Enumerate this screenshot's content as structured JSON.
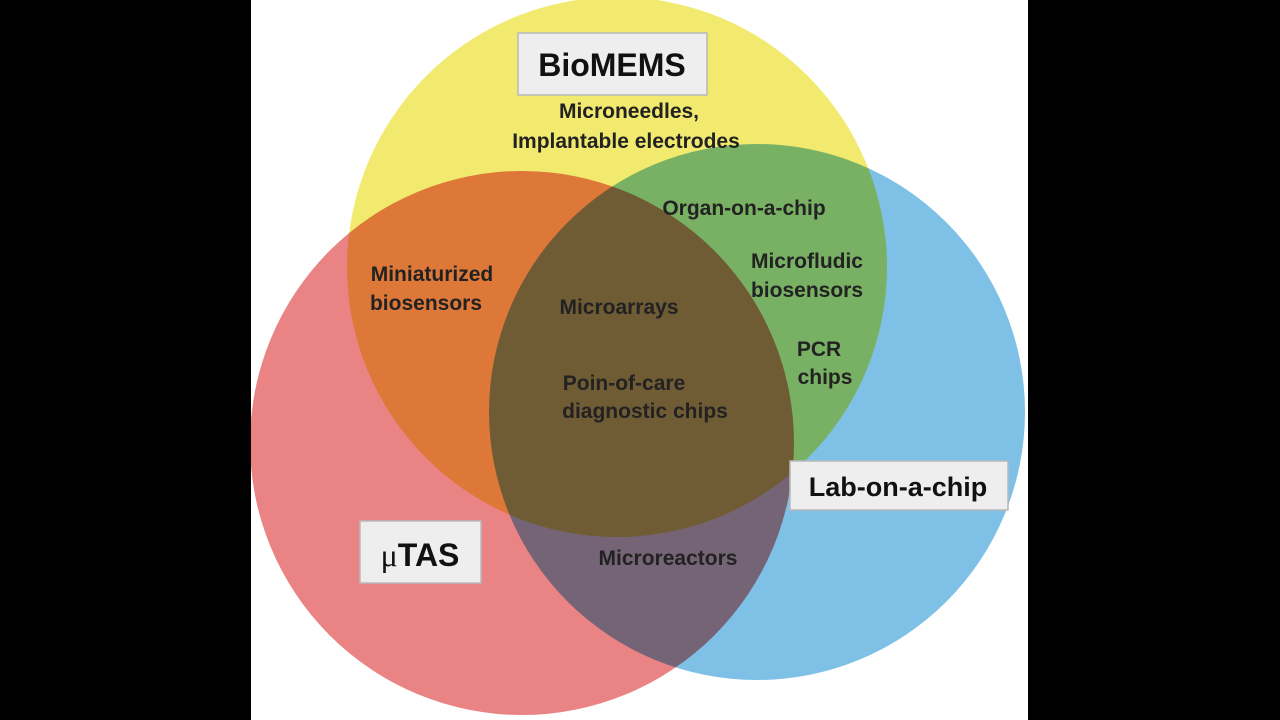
{
  "diagram": {
    "sets": {
      "biomems": {
        "label": "BioMEMS",
        "color": "#f2ea6f"
      },
      "lab_on_a_chip": {
        "label": "Lab-on-a-chip",
        "color": "#7fc1e6"
      },
      "mutas": {
        "label_prefix": "μ",
        "label_suffix": "TAS",
        "color": "#ea8383"
      }
    },
    "regions": {
      "biomems_only": {
        "line1": "Microneedles,",
        "line2": "Implantable electrodes"
      },
      "biomems_lab": {
        "item1": "Organ-on-a-chip",
        "item2_line1": "Microfludic",
        "item2_line2": "biosensors",
        "item3_line1": "PCR",
        "item3_line2": "chips"
      },
      "biomems_mutas": {
        "line1": "Miniaturized",
        "line2": "biosensors"
      },
      "all_three": {
        "item1": "Microarrays",
        "item2_line1": "Poin-of-care",
        "item2_line2": "diagnostic chips"
      },
      "lab_mutas": {
        "item1": "Microreactors"
      }
    }
  }
}
